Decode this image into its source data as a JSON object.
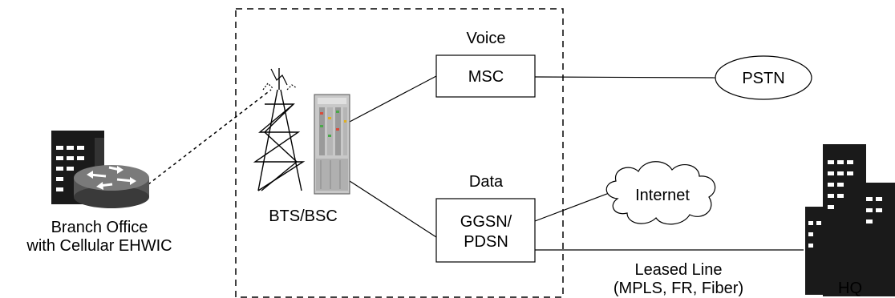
{
  "diagram": {
    "branch_office": {
      "line1": "Branch Office",
      "line2": "with Cellular EHWIC"
    },
    "bts_bsc": "BTS/BSC",
    "voice_label": "Voice",
    "msc": "MSC",
    "pstn": "PSTN",
    "data_label": "Data",
    "ggsn": {
      "line1": "GGSN/",
      "line2": "PDSN"
    },
    "internet": "Internet",
    "leased_line": {
      "line1": "Leased Line",
      "line2": "(MPLS, FR, Fiber)"
    },
    "hq": "HQ"
  }
}
